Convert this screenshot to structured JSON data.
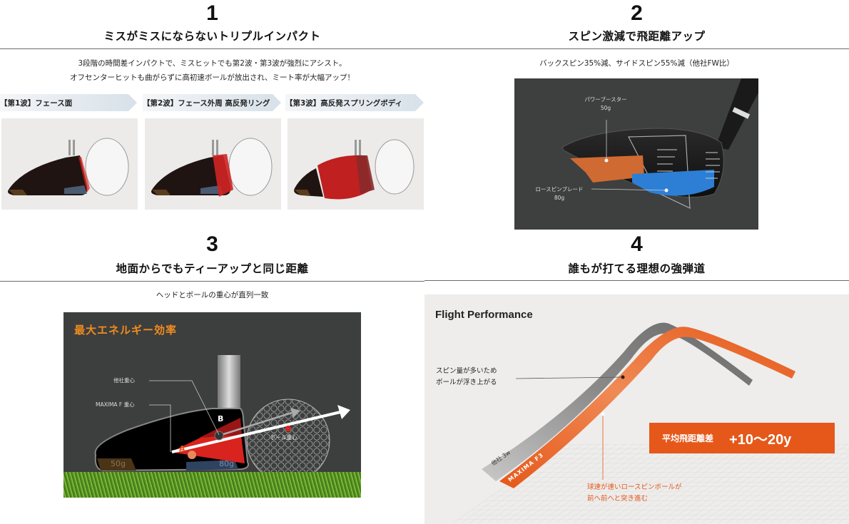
{
  "colors": {
    "accent_orange": "#e5581a",
    "highlight_orange": "#f08c1e",
    "impact_red": "#d9231f",
    "dark_panel": "#3e3f3f",
    "light_panel": "#ecebe9",
    "rule": "#6b6b6b",
    "blade_blue": "#2d7fd6",
    "booster_orange": "#d06a33"
  },
  "sections": [
    {
      "number": "1",
      "title": "ミスがミスにならないトリプルインパクト",
      "lead_lines": [
        "3段階の時間差インパクトで、ミスヒットでも第2波・第3波が強烈にアシスト。",
        "オフセンターヒットも曲がらずに高初速ボールが放出され、ミート率が大幅アップ！"
      ],
      "waves": [
        {
          "label": "【第1波】フェース面"
        },
        {
          "label": "【第2波】フェース外周 高反発リング"
        },
        {
          "label": "【第3波】高反発スプリングボディ"
        }
      ]
    },
    {
      "number": "2",
      "title": "スピン激減で飛距離アップ",
      "lead": "バックスピン35%減、サイドスピン55%減（他社FW比）",
      "callouts": [
        {
          "name": "パワーブースター",
          "weight": "50g"
        },
        {
          "name": "ロースピンブレード",
          "weight": "80g"
        }
      ]
    },
    {
      "number": "3",
      "title": "地面からでもティーアップと同じ距離",
      "lead": "ヘッドとボールの重心が直列一致",
      "diagram": {
        "heading": "最大エネルギー効率",
        "label_competitor_cg": "他社重心",
        "label_maxima_cg": "MAXIMA F 重心",
        "label_ball_cg": "ボール重心",
        "point_a": "A",
        "point_b": "B",
        "weight_rear": "50g",
        "weight_sole": "80g"
      }
    },
    {
      "number": "4",
      "title": "誰もが打てる理想の強弾道",
      "chart": {
        "heading": "Flight Performance",
        "competitor_label": "他社 3w",
        "maxima_label": "MAXIMA F3",
        "competitor_note_lines": [
          "スピン量が多いため",
          "ボールが浮き上がる"
        ],
        "maxima_note_lines": [
          "球速が速いロースピンボールが",
          "前へ前へと突き進む"
        ],
        "badge_label": "平均飛距離差",
        "badge_value": "+10〜20y"
      }
    }
  ]
}
